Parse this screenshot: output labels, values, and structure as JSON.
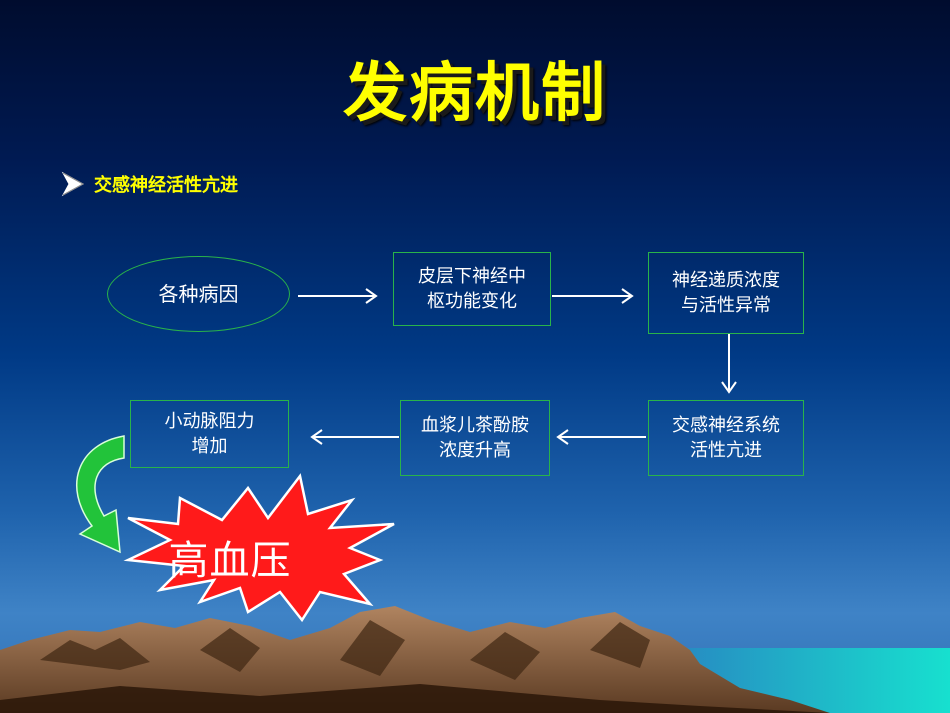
{
  "slide": {
    "title": "发病机制",
    "bullet": "交感神经活性亢进"
  },
  "flow": {
    "cause": "各种病因",
    "cortex": [
      "皮层下神经中",
      "枢功能变化"
    ],
    "transmitter": [
      "神经递质浓度",
      "与活性异常"
    ],
    "sympathetic": [
      "交感神经系统",
      "活性亢进"
    ],
    "catecholamine": [
      "血浆儿茶酚胺",
      "浓度升高"
    ],
    "resistance": [
      "小动脉阻力",
      "增加"
    ],
    "result": "高血压"
  },
  "colors": {
    "title": "#ffff00",
    "box_border": "#29b34a",
    "burst": "#ff1a1a",
    "arrow_curve": "#22c33a"
  },
  "icons": [
    "chevron-right-icon",
    "curved-arrow-icon",
    "starburst-icon",
    "mountain-landscape"
  ]
}
